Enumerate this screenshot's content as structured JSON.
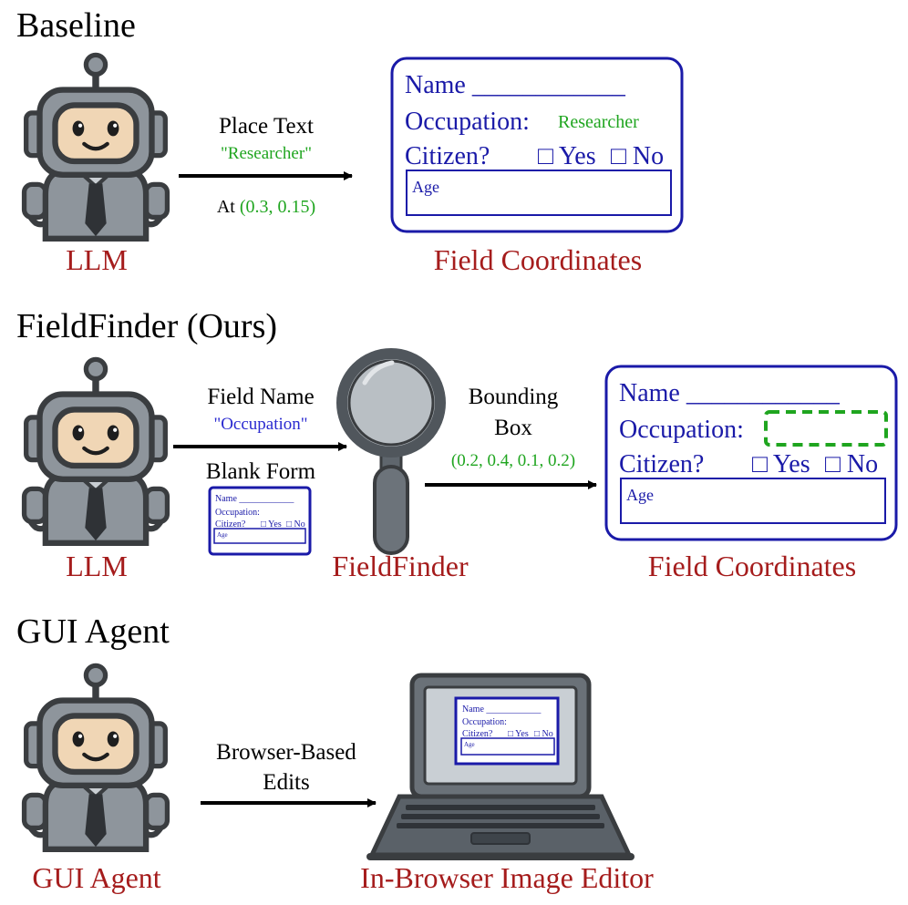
{
  "colors": {
    "caption": "#a51c1c",
    "form": "#1a1aa8",
    "green": "#1fa51f",
    "blue_value": "#2a2ad0",
    "robot_dark": "#3a3d40",
    "robot_metal": "#8e959c",
    "robot_face": "#f0d6b5"
  },
  "sections": {
    "baseline": {
      "title": "Baseline",
      "robot_caption": "LLM",
      "arrow_label_1": "Place Text",
      "arrow_value": "\"Researcher\"",
      "arrow_label_2_prefix": "At",
      "arrow_coords": "(0.3, 0.15)",
      "form_caption": "Field Coordinates",
      "form": {
        "name_label": "Name ____________",
        "occupation_label": "Occupation:",
        "occupation_value": "Researcher",
        "citizen_label": "Citizen?",
        "yes_label": "□ Yes",
        "no_label": "□ No",
        "age_label": "Age"
      }
    },
    "fieldfinder": {
      "title": "FieldFinder (Ours)",
      "robot_caption": "LLM",
      "arrow_label_1": "Field Name",
      "arrow_value": "\"Occupation\"",
      "arrow_label_2": "Blank Form",
      "magnifier_caption": "FieldFinder",
      "bbox_label_1": "Bounding",
      "bbox_label_2": "Box",
      "bbox_coords": "(0.2, 0.4, 0.1, 0.2)",
      "form_caption": "Field Coordinates",
      "form": {
        "name_label": "Name ____________",
        "occupation_label": "Occupation:",
        "citizen_label": "Citizen?",
        "yes_label": "□ Yes",
        "no_label": "□ No",
        "age_label": "Age"
      },
      "mini_form": {
        "name_label": "Name ____________",
        "occupation_label": "Occupation:",
        "citizen_label": "Citizen?",
        "yes_label": "□ Yes",
        "no_label": "□ No",
        "age_label": "Age"
      }
    },
    "gui_agent": {
      "title": "GUI Agent",
      "robot_caption": "GUI Agent",
      "arrow_label_1": "Browser-Based",
      "arrow_label_2": "Edits",
      "laptop_caption": "In-Browser Image Editor",
      "screen_form": {
        "name_label": "Name ____________",
        "occupation_label": "Occupation:",
        "citizen_label": "Citizen?",
        "yes_label": "□ Yes",
        "no_label": "□ No",
        "age_label": "Age"
      }
    }
  }
}
